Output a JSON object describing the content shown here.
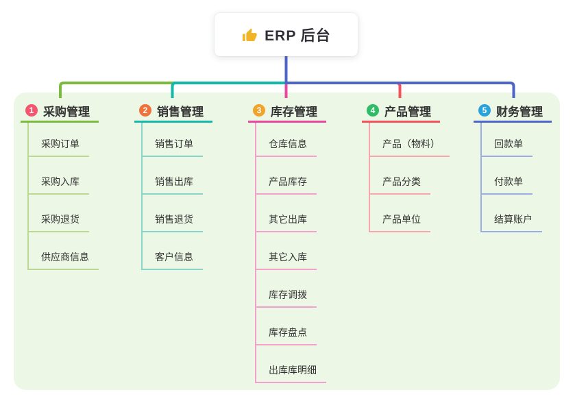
{
  "root": {
    "title": "ERP 后台",
    "icon": "thumbs-up-icon",
    "icon_color": "#f0b426",
    "stem_color": "#4d64c8"
  },
  "canvas": {
    "background": "#ffffff",
    "panel_background": "#ecf7e6"
  },
  "branches": [
    {
      "index": "1",
      "title": "采购管理",
      "colors": {
        "badge": "#f4566e",
        "main": "#7cb93f",
        "light": "#b9da90"
      },
      "children": [
        "采购订单",
        "采购入库",
        "采购退货",
        "供应商信息"
      ]
    },
    {
      "index": "2",
      "title": "销售管理",
      "colors": {
        "badge": "#f2703a",
        "main": "#14b8ab",
        "light": "#8ad5cb"
      },
      "children": [
        "销售订单",
        "销售出库",
        "销售退货",
        "客户信息"
      ]
    },
    {
      "index": "3",
      "title": "库存管理",
      "colors": {
        "badge": "#f2a32a",
        "main": "#e8479d",
        "light": "#f3a0cf"
      },
      "children": [
        "仓库信息",
        "产品库存",
        "其它出库",
        "其它入库",
        "库存调拨",
        "库存盘点",
        "出库库明细"
      ]
    },
    {
      "index": "4",
      "title": "产品管理",
      "colors": {
        "badge": "#2ebd65",
        "main": "#f4515c",
        "light": "#f8a5ab"
      },
      "children": [
        "产品（物料）",
        "产品分类",
        "产品单位"
      ]
    },
    {
      "index": "5",
      "title": "财务管理",
      "colors": {
        "badge": "#28a3dc",
        "main": "#4d64c8",
        "light": "#9cade2"
      },
      "children": [
        "回款单",
        "付款单",
        "结算账户"
      ]
    }
  ]
}
